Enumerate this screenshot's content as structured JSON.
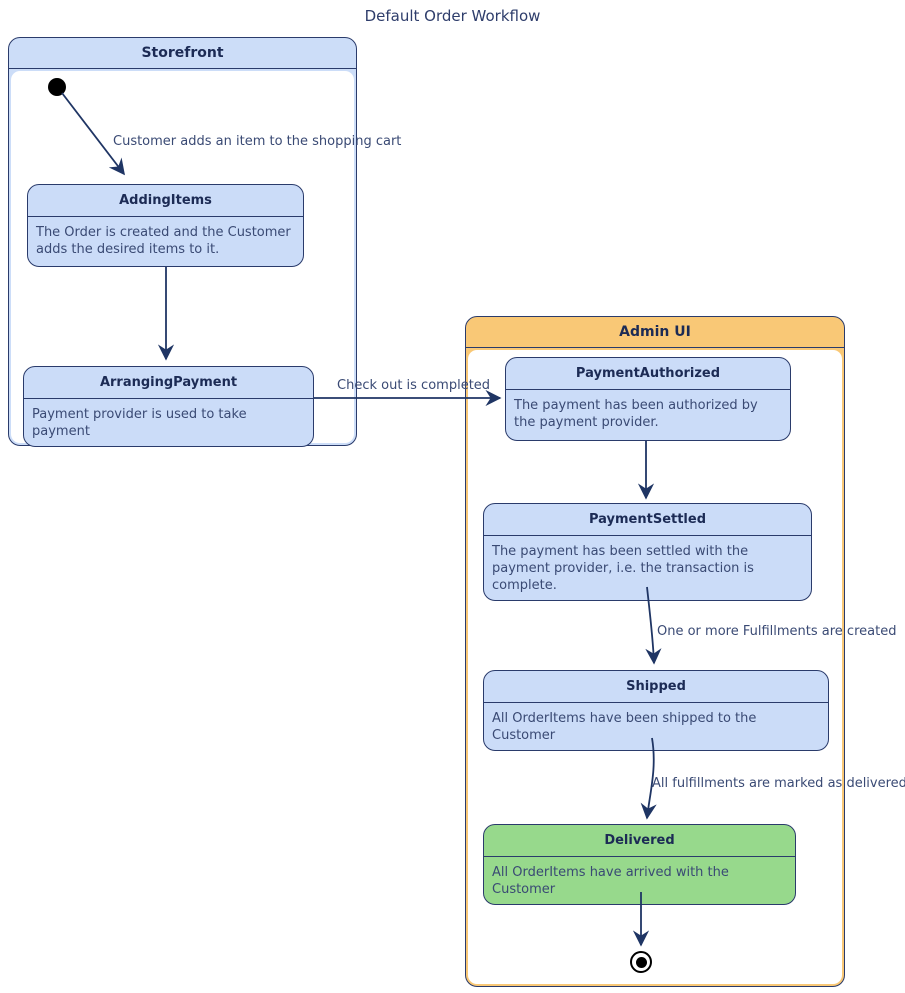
{
  "title": "Default Order Workflow",
  "containers": {
    "storefront": {
      "label": "Storefront"
    },
    "admin_ui": {
      "label": "Admin UI"
    }
  },
  "states": {
    "adding_items": {
      "title": "AddingItems",
      "description": "The Order is created and the Customer adds the desired items to it."
    },
    "arranging_payment": {
      "title": "ArrangingPayment",
      "description": "Payment provider is used to take payment"
    },
    "payment_authorized": {
      "title": "PaymentAuthorized",
      "description": "The payment has been authorized by the payment provider."
    },
    "payment_settled": {
      "title": "PaymentSettled",
      "description": "The payment has been settled with the payment provider, i.e. the transaction is complete."
    },
    "shipped": {
      "title": "Shipped",
      "description": "All OrderItems have been shipped to the Customer"
    },
    "delivered": {
      "title": "Delivered",
      "description": "All OrderItems have arrived with the Customer"
    }
  },
  "transitions": {
    "add_item": "Customer adds an item to the shopping cart",
    "checkout": "Check out is completed",
    "fulfillments_created": "One or more Fulfillments are created",
    "marked_delivered": "All fulfillments are marked as delivered"
  },
  "colors": {
    "state_fill": "#CBDCF8",
    "storefront_header_fill": "#CCDDF8",
    "admin_header_fill": "#F9C876",
    "delivered_fill": "#97D98C",
    "border": "#2A3B6B",
    "arrow": "#1F3564",
    "text": "#3A4A74",
    "initial_final": "#000000"
  }
}
